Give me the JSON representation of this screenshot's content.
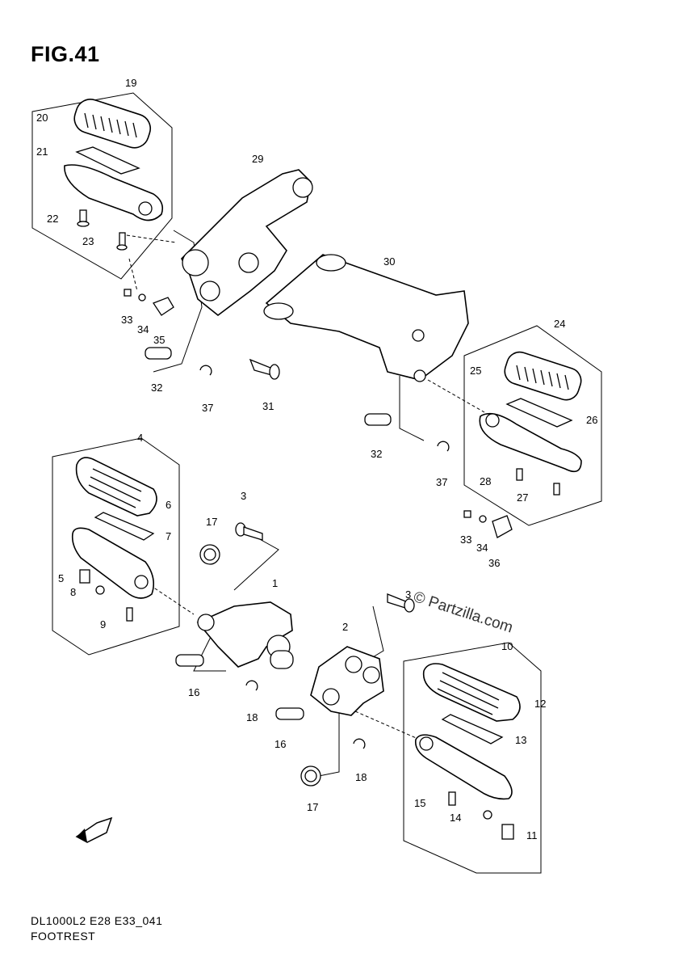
{
  "figure": {
    "title": "FIG.41",
    "model_code": "DL1000L2 E28 E33_041",
    "name": "FOOTREST",
    "watermark": "© Partzilla.com"
  },
  "callouts": [
    "19",
    "20",
    "21",
    "22",
    "23",
    "33",
    "34",
    "35",
    "32",
    "37",
    "29",
    "30",
    "31",
    "24",
    "25",
    "26",
    "28",
    "27",
    "32",
    "37",
    "33",
    "34",
    "36",
    "4",
    "6",
    "7",
    "5",
    "8",
    "9",
    "3",
    "17",
    "1",
    "16",
    "18",
    "3",
    "2",
    "16",
    "18",
    "17",
    "10",
    "12",
    "13",
    "15",
    "14",
    "11"
  ],
  "icons": {
    "front_arrow": "fwd-arrow-icon"
  }
}
